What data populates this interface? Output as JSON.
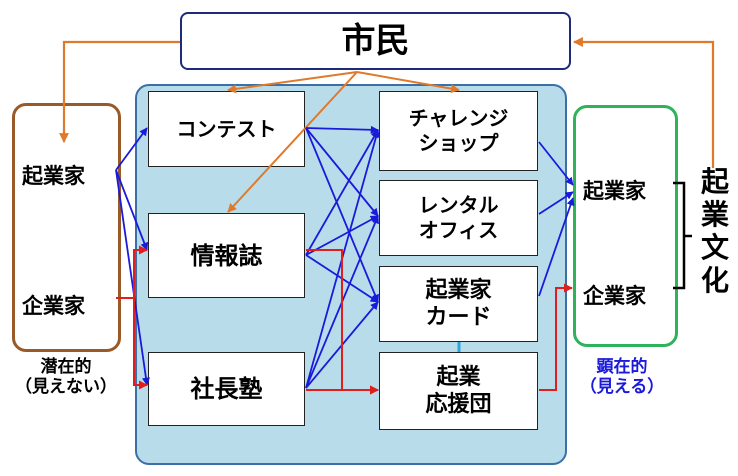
{
  "citizen": "市民",
  "latent_group": {
    "members": [
      "起業家",
      "企業家"
    ],
    "caption": "潜在的\n（見えない）"
  },
  "manifest_group": {
    "members": [
      "起業家",
      "企業家"
    ],
    "caption": "顕在的\n（見える）"
  },
  "programs": [
    "コンテスト",
    "情報誌",
    "社長塾"
  ],
  "services": [
    "チャレンジ\nショップ",
    "レンタル\nオフィス",
    "起業家\nカード",
    "起業\n応援団"
  ],
  "culture": "起\n業\n文\n化",
  "colors": {
    "citizen_arrows": "#e07a2a",
    "flow_arrows": "#1a1adb",
    "support_arrows": "#e11d1d",
    "link": "#2aa7d8",
    "panel": "#b9dceb",
    "latent_border": "#9a5a28",
    "manifest_border": "#2eb35a",
    "manifest_caption": "#1a1adb"
  }
}
